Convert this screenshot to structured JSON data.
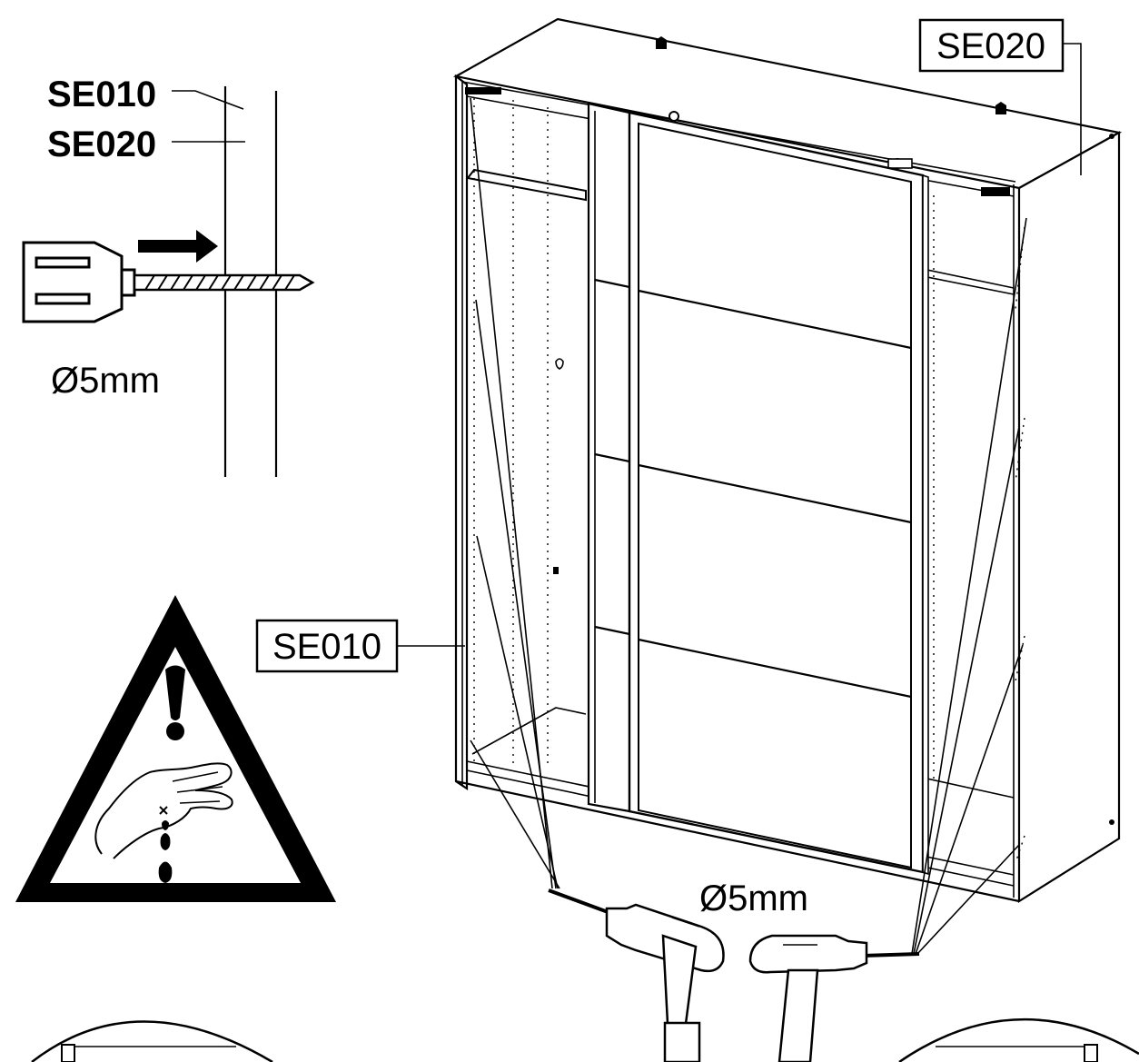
{
  "step": {
    "part_top_left": "SE010",
    "part_bottom_left": "SE020",
    "drill_diameter_top": "Ø5mm",
    "drill_diameter_bottom": "Ø5mm",
    "callout_left": "SE010",
    "callout_right": "SE020"
  },
  "icons": {
    "warning": "warning-triangle-hand-injury-icon",
    "drill_bit": "drill-bit-icon",
    "power_drill": "cordless-drill-icon"
  },
  "colors": {
    "ink": "#000000",
    "paper": "#ffffff"
  }
}
